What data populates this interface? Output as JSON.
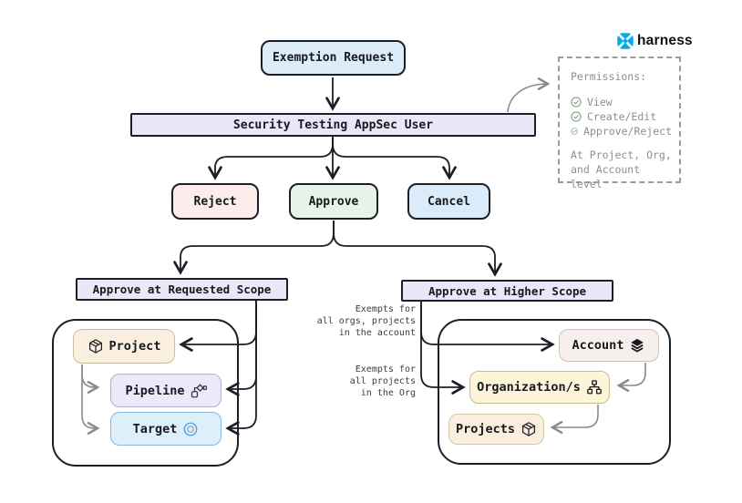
{
  "brand": {
    "name": "harness",
    "icon": "harness-logo-icon",
    "color": "#00ade4"
  },
  "permissions_panel": {
    "title": "Permissions:",
    "items": [
      "View",
      "Create/Edit",
      "Approve/Reject"
    ],
    "footer": [
      "At Project, Org,",
      "and Account level"
    ]
  },
  "flow": {
    "start": "Exemption Request",
    "gate": "Security Testing AppSec User",
    "decisions": [
      {
        "label": "Reject",
        "color": "#fcecec"
      },
      {
        "label": "Approve",
        "color": "#e7f3e8"
      },
      {
        "label": "Cancel",
        "color": "#daecf9"
      }
    ],
    "branches": {
      "requested": {
        "label": "Approve at Requested Scope",
        "nodes": [
          {
            "label": "Project",
            "icon": "cube-icon",
            "color": "#fbf0df"
          },
          {
            "label": "Pipeline",
            "icon": "pipeline-icon",
            "color": "#ece9fa"
          },
          {
            "label": "Target",
            "icon": "target-icon",
            "color": "#ddeffb"
          }
        ]
      },
      "higher": {
        "label": "Approve at Higher Scope",
        "nodes": [
          {
            "label": "Account",
            "icon": "layers-icon",
            "color": "#f7efeb"
          },
          {
            "label": "Organization/s",
            "icon": "org-chart-icon",
            "color": "#fcf5d8"
          },
          {
            "label": "Projects",
            "icon": "cube-icon",
            "color": "#fbeede"
          }
        ],
        "annotations": [
          {
            "lines": [
              "Exempts for",
              "all orgs, projects",
              "in the account"
            ]
          },
          {
            "lines": [
              "Exempts for",
              "all projects",
              "in the Org"
            ]
          }
        ]
      }
    }
  },
  "colors": {
    "stroke": "#1b1f26",
    "gray_connector": "#8a8a8a",
    "start_box": "#dcecf9",
    "gate_bar": "#eae7f9",
    "scope_label": "#eae7f9",
    "brand_blue": "#00ade4"
  }
}
